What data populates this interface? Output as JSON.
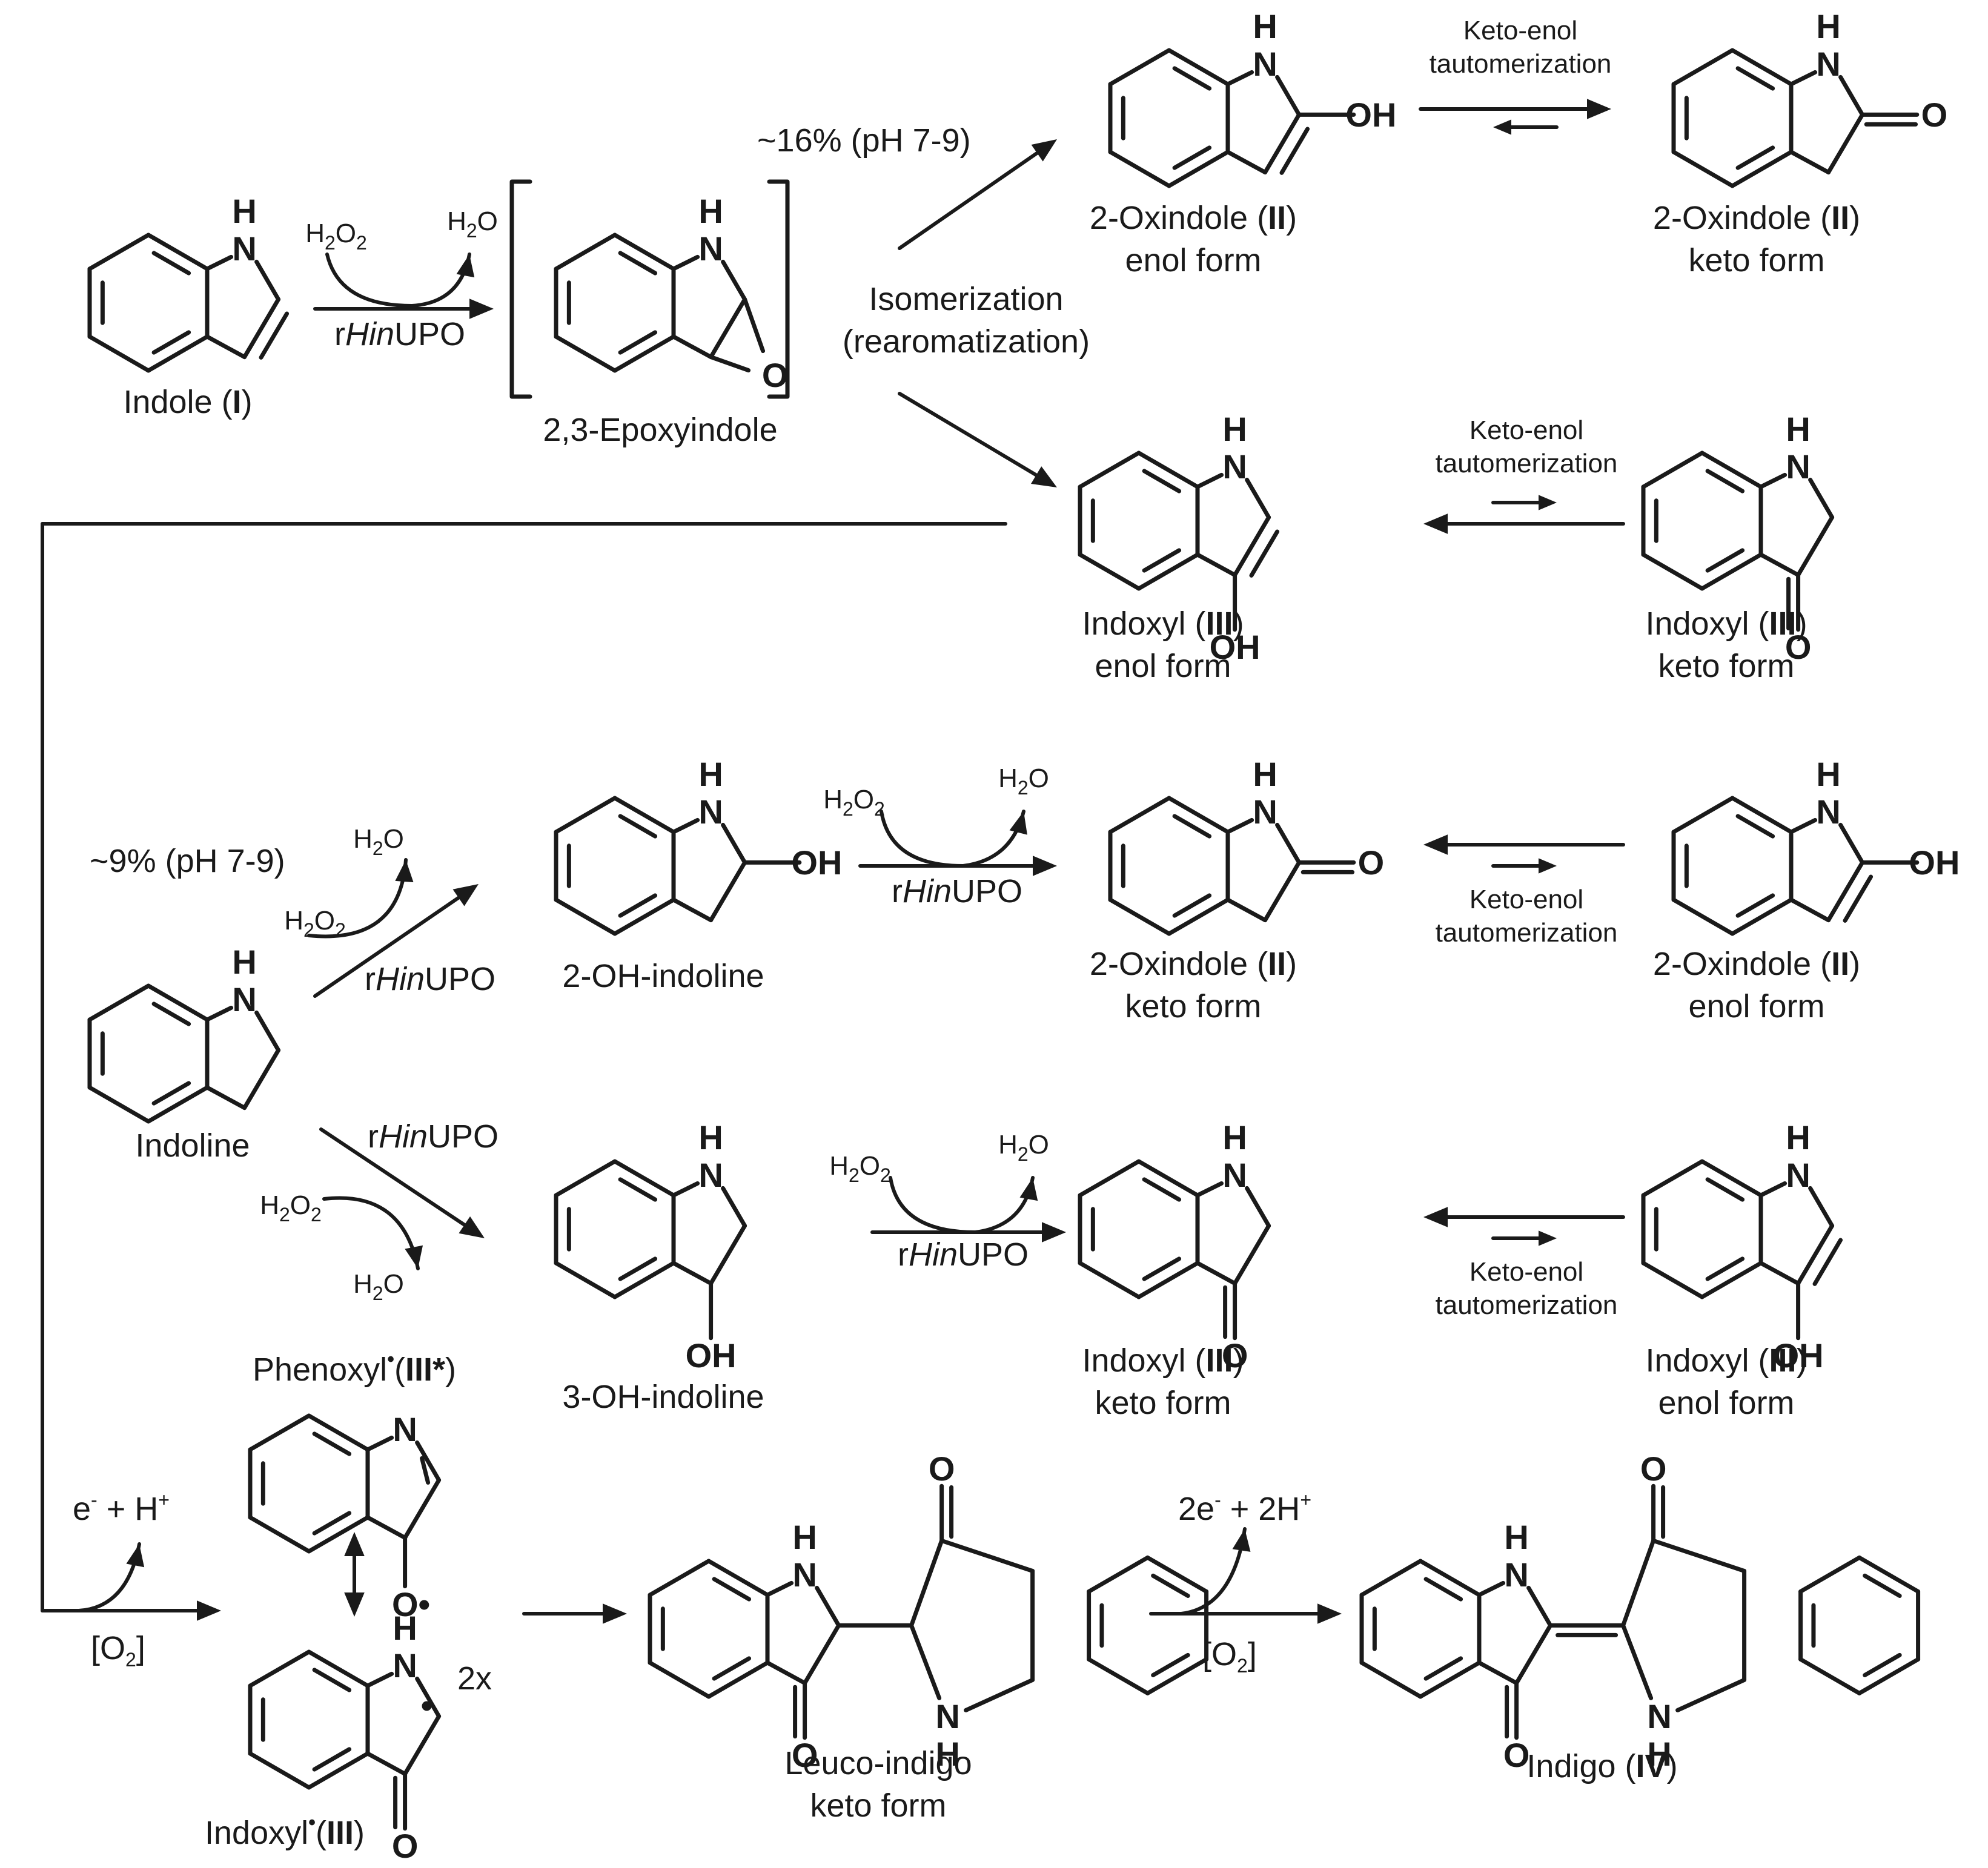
{
  "labels": {
    "indole": [
      "Indole (",
      "I",
      ")"
    ],
    "epoxyindole": "2,3-Epoxyindole",
    "oxindole_enol_top": [
      "2-Oxindole (",
      "II",
      ")",
      "enol form"
    ],
    "oxindole_keto_top": [
      "2-Oxindole (",
      "II",
      ")",
      "keto form"
    ],
    "indoxyl_enol_top": [
      "Indoxyl (",
      "III",
      ")",
      "enol form"
    ],
    "indoxyl_keto_top": [
      "Indoxyl (",
      "III",
      ")",
      "keto form"
    ],
    "indoline": "Indoline",
    "oh_indoline_2": "2-OH-indoline",
    "oh_indoline_3": "3-OH-indoline",
    "oxindole_keto_mid": [
      "2-Oxindole (",
      "II",
      ")",
      "keto form"
    ],
    "oxindole_enol_mid": [
      "2-Oxindole (",
      "II",
      ")",
      "enol form"
    ],
    "indoxyl_keto_mid": [
      "Indoxyl (",
      "III",
      ")",
      "keto form"
    ],
    "indoxyl_enol_mid": [
      "Indoxyl (",
      "III",
      ")",
      "enol form"
    ],
    "phenoxyl": [
      "Phenoxyl",
      "•",
      "(",
      "III*",
      ")"
    ],
    "indoxyl_radical": [
      "Indoxyl",
      "•",
      "(",
      "III",
      ")"
    ],
    "leuco_indigo": [
      "Leuco-indigo",
      "keto form"
    ],
    "indigo": [
      "Indigo (",
      "IV",
      ")"
    ]
  },
  "annotations": {
    "pct_indole": "~16% (pH 7-9)",
    "pct_indoline": "~9% (pH 7-9)",
    "isomerization": [
      "Isomerization",
      "(rearomatization)"
    ],
    "tautomerization": [
      "Keto-enol",
      "tautomerization"
    ],
    "enzyme": [
      "r",
      "Hin",
      "UPO"
    ],
    "h2o2": [
      "H",
      "2",
      "O",
      "2"
    ],
    "h2o": [
      "H",
      "2",
      "O"
    ],
    "o2": [
      "[O",
      "2",
      "]"
    ],
    "electron_loss": [
      "e",
      "-",
      " + H",
      "+"
    ],
    "electron_loss_2": [
      "2e",
      "-",
      " + 2H",
      "+"
    ],
    "dimer_factor": "2x"
  },
  "atoms": {
    "nitrogen": "N",
    "hydrogen": "H",
    "oxygen": "O",
    "hydroxyl": "OH",
    "radical_dot": "•"
  }
}
